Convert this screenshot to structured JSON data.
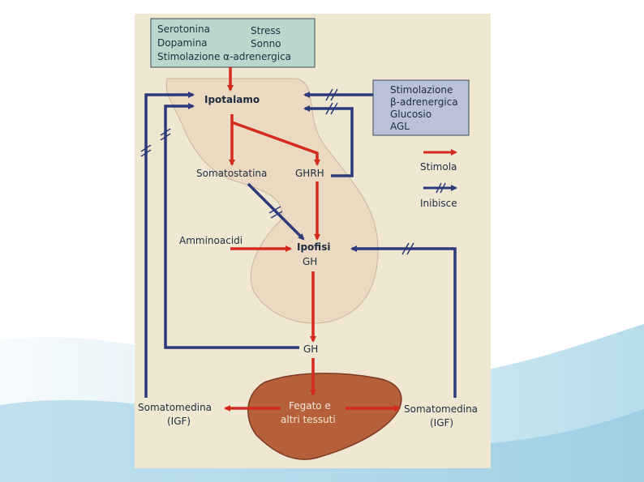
{
  "diagram": {
    "top_box": {
      "row1_left": "Serotonina",
      "row1_right": "Stress",
      "row2_left": "Dopamina",
      "row2_right": "Sonno",
      "row3": "Stimolazione α-adrenergica"
    },
    "right_box": {
      "line1": "Stimolazione",
      "line2": "β-adrenergica",
      "line3": "Glucosio",
      "line4": "AGL"
    },
    "legend": {
      "stimulate": "Stimola",
      "inhibit": "Inibisce"
    },
    "nodes": {
      "hypothalamus": "Ipotalamo",
      "somatostatin": "Somatostatina",
      "ghrh": "GHRH",
      "amino_acids": "Amminoacidi",
      "pituitary": "Ipofisi",
      "pituitary_gh": "GH",
      "gh": "GH",
      "liver_line1": "Fegato e",
      "liver_line2": "altri tessuti",
      "somatomedin_left_1": "Somatomedina",
      "somatomedin_left_2": "(IGF)",
      "somatomedin_right_1": "Somatomedina",
      "somatomedin_right_2": "(IGF)"
    },
    "colors": {
      "stimulate_arrow": "#d42a1e",
      "inhibit_arrow": "#2b3a7a",
      "paper": "#f0e7d3",
      "box_fill": "#b9d7cc",
      "brain_fill": "#ecd9c2",
      "liver_fill": "#b5603a",
      "slide_accent": "#3aa6c9"
    }
  }
}
